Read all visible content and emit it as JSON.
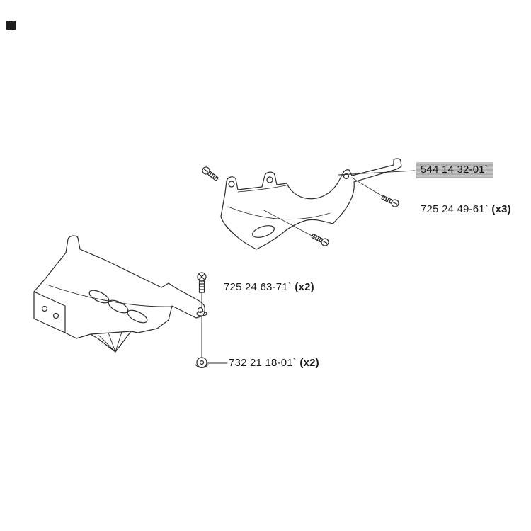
{
  "page": {
    "background_color": "#ffffff",
    "type": "exploded-parts-diagram"
  },
  "corner_marker": {
    "color": "#1e1e1e"
  },
  "callout": {
    "part_number": "544 14 32-01`",
    "highlight_color": "#b6b6b6"
  },
  "labels": {
    "top_screws": {
      "part_number": "725 24 49-61`",
      "qty": "(x3)"
    },
    "mid_screw": {
      "part_number": "725 24 63-71`",
      "qty": "(x2)"
    },
    "nut": {
      "part_number": "732 21 18-01`",
      "qty": "(x2)"
    }
  },
  "line_color": "#2b2b2b"
}
